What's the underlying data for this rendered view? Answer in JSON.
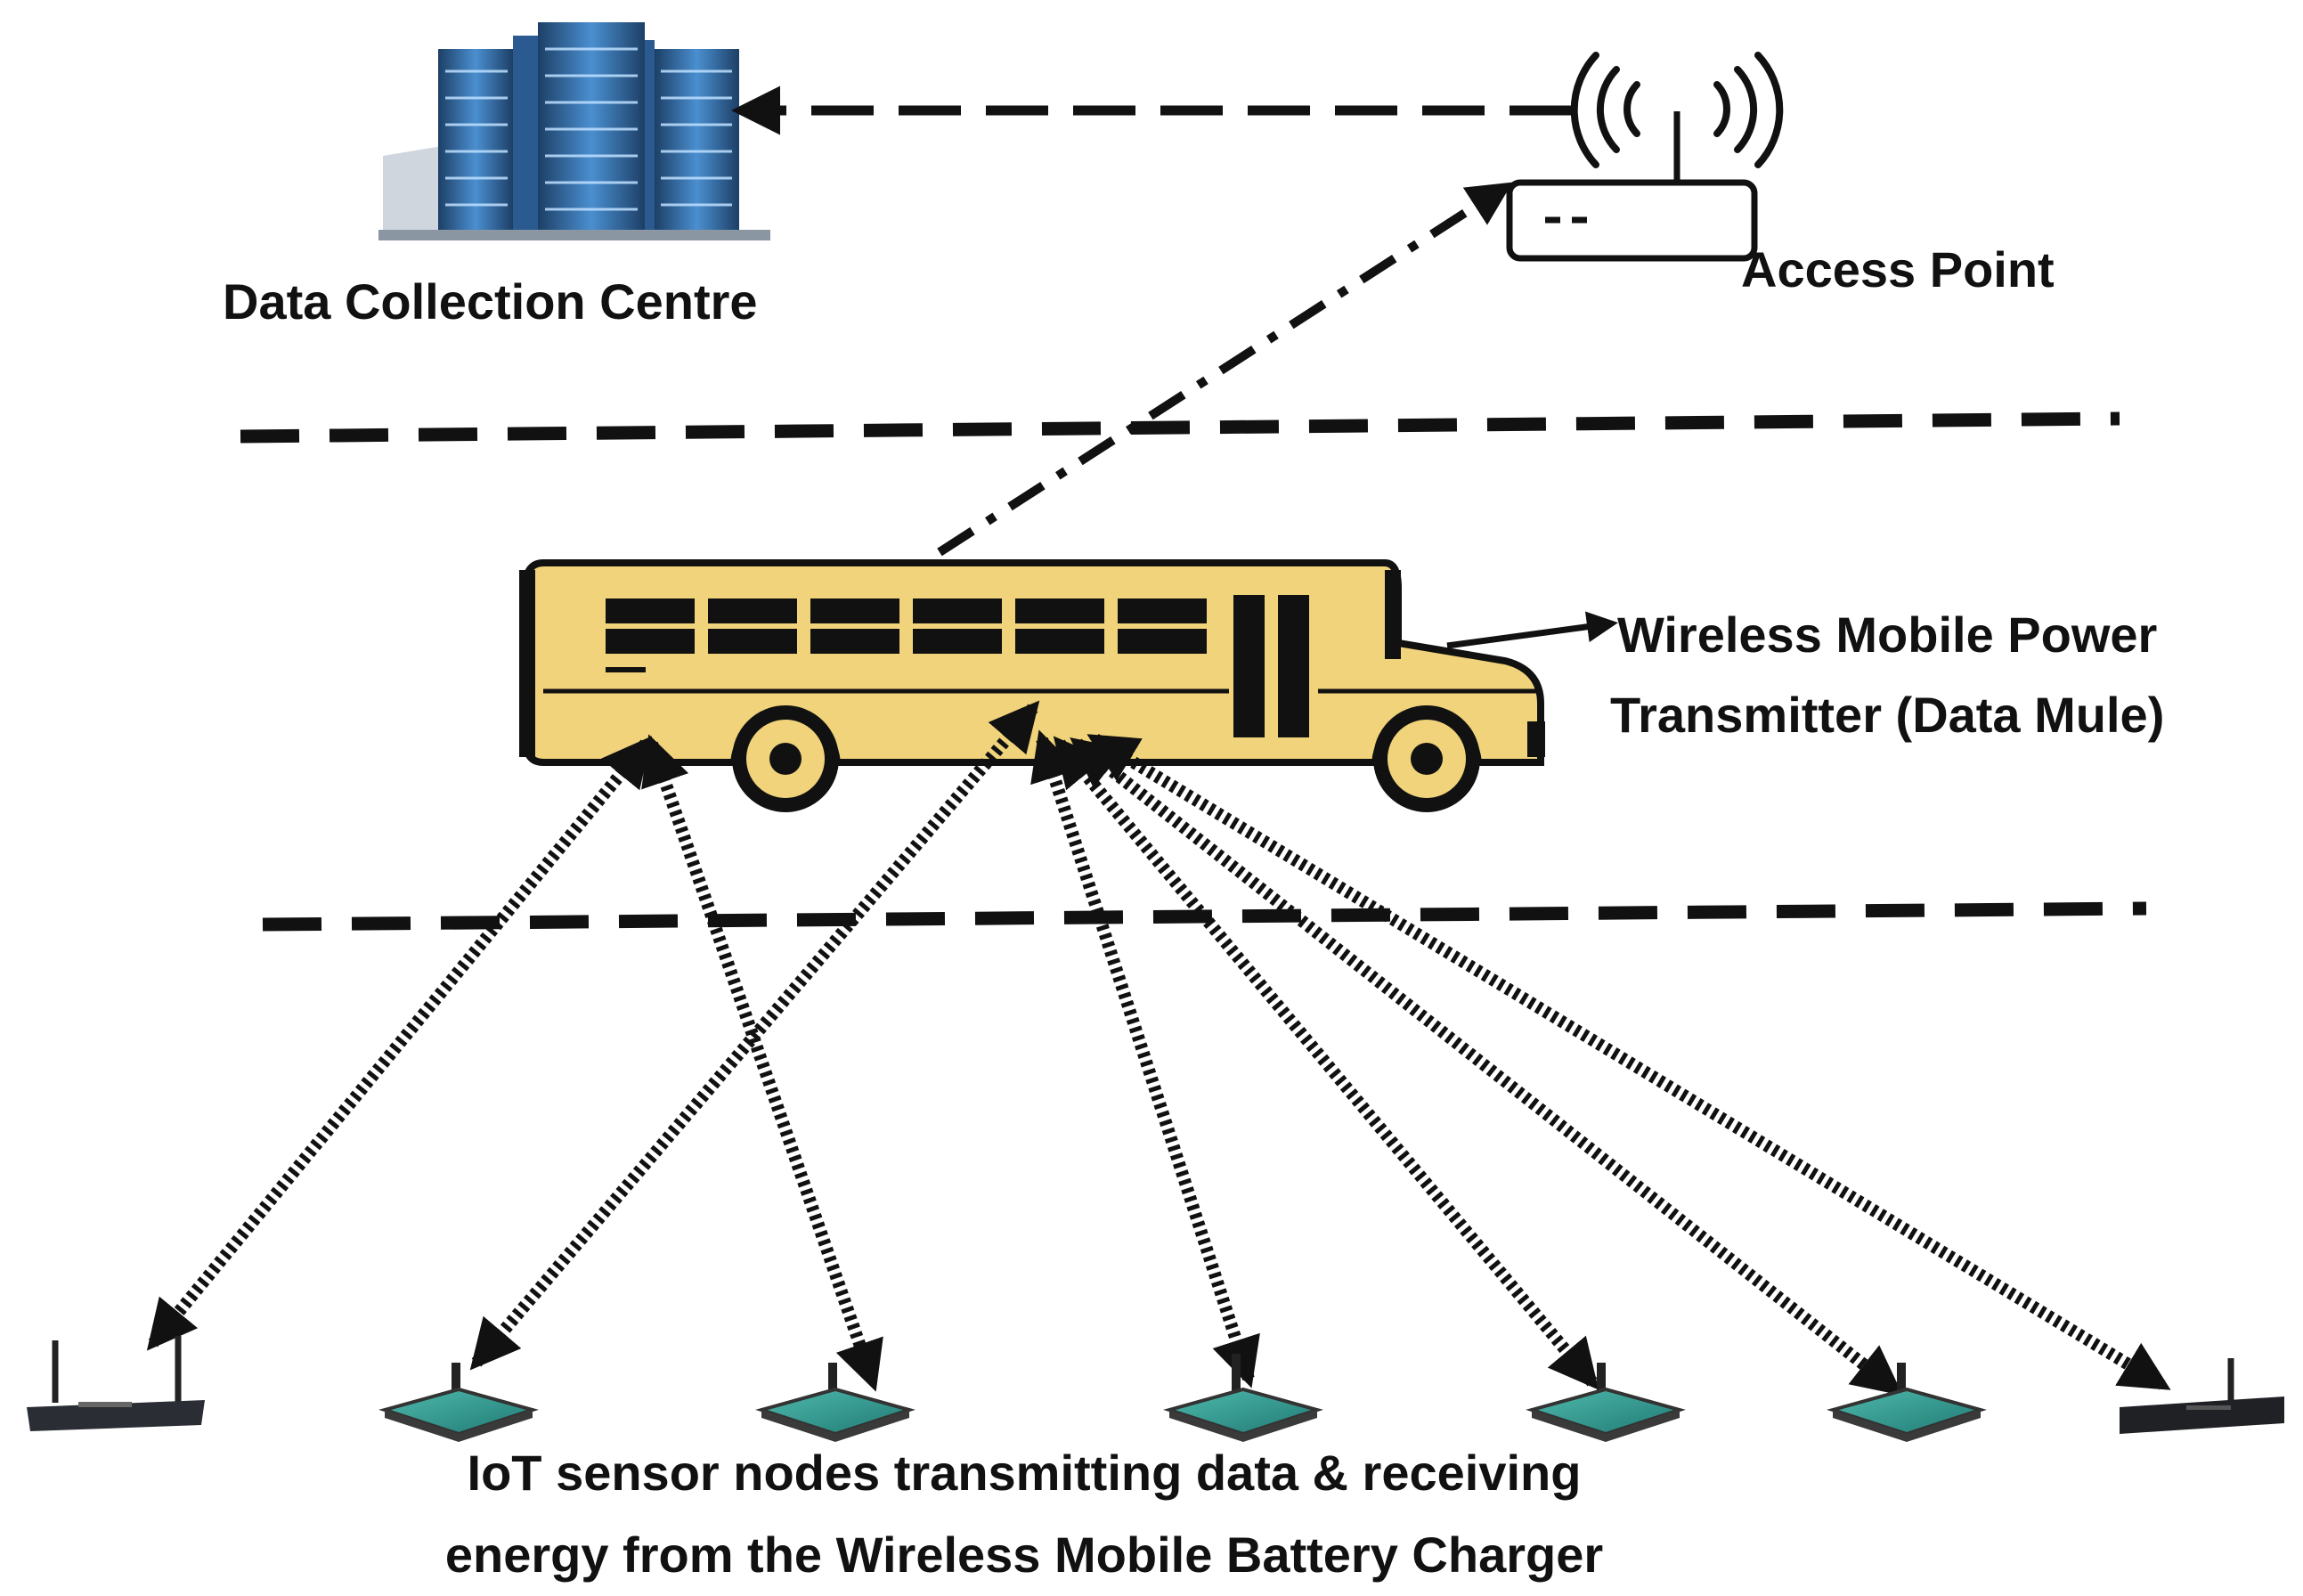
{
  "nodes": {
    "data_collection_centre": {
      "label": "Data Collection Centre",
      "icon": "server-datacenter-icon"
    },
    "access_point": {
      "label": "Access Point",
      "icon": "wireless-router-icon"
    },
    "data_mule": {
      "label_line1": "Wireless Mobile Power",
      "label_line2": "Transmitter (Data Mule)",
      "icon": "school-bus-icon"
    },
    "iot_caption": {
      "line1": "IoT sensor nodes transmitting data & receiving",
      "line2": "energy from the Wireless Mobile Battery Charger"
    },
    "sensors": [
      {
        "icon": "router-icon"
      },
      {
        "icon": "sensor-board-icon"
      },
      {
        "icon": "sensor-board-icon"
      },
      {
        "icon": "sensor-board-icon"
      },
      {
        "icon": "sensor-board-icon"
      },
      {
        "icon": "sensor-board-icon"
      },
      {
        "icon": "router-icon"
      }
    ]
  },
  "colors": {
    "bus_body": "#f0d37a",
    "server_blue": "#3a7fc0",
    "sensor_board": "#2e9e95",
    "line": "#111111"
  }
}
